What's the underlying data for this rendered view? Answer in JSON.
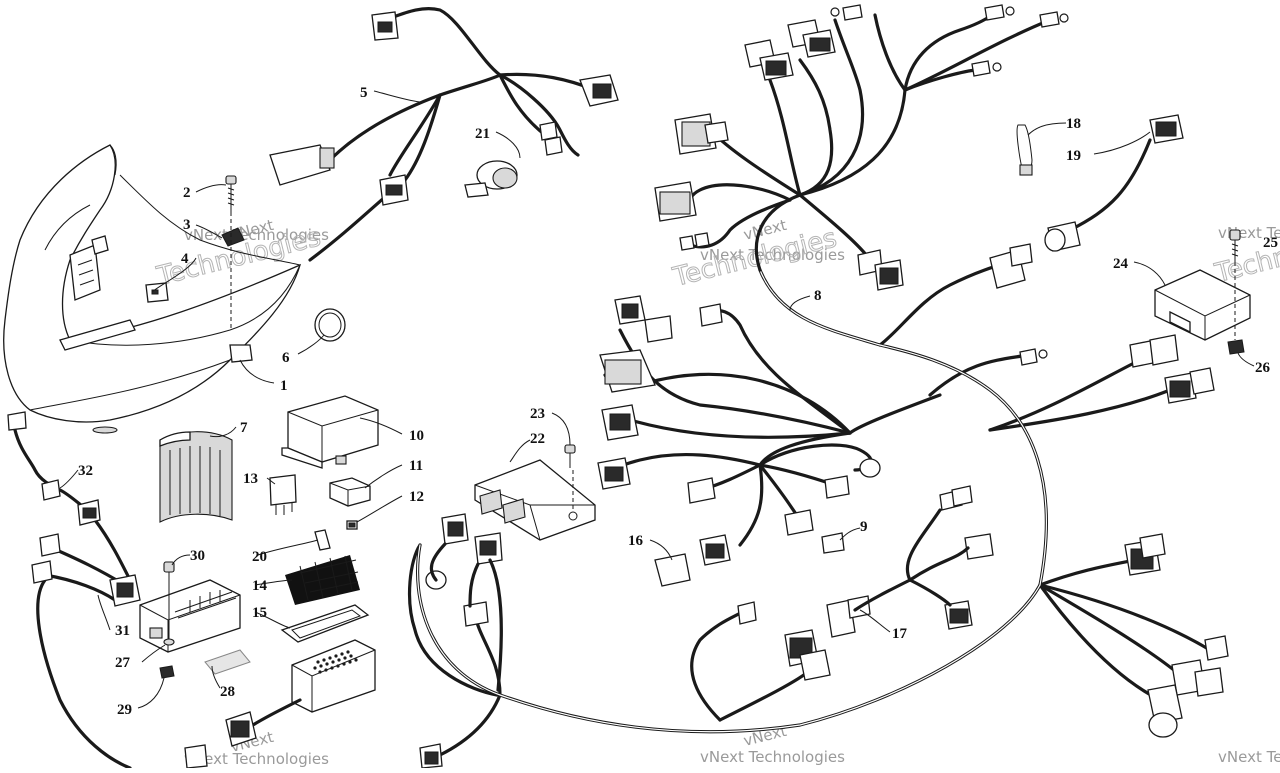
{
  "watermark": {
    "text": "vNext Technologies",
    "short": "vNext",
    "big": "Technologies"
  },
  "callouts": {
    "c1": "1",
    "c2": "2",
    "c3": "3",
    "c4": "4",
    "c5": "5",
    "c6": "6",
    "c7": "7",
    "c8": "8",
    "c9": "9",
    "c10": "10",
    "c11": "11",
    "c12": "12",
    "c13": "13",
    "c14": "14",
    "c15": "15",
    "c16": "16",
    "c17": "17",
    "c18": "18",
    "c19": "19",
    "c20": "20",
    "c21": "21",
    "c22": "22",
    "c23": "23",
    "c24": "24",
    "c25": "25",
    "c26": "26",
    "c27": "27",
    "c28": "28",
    "c29": "29",
    "c30": "30",
    "c31": "31",
    "c32": "32"
  }
}
